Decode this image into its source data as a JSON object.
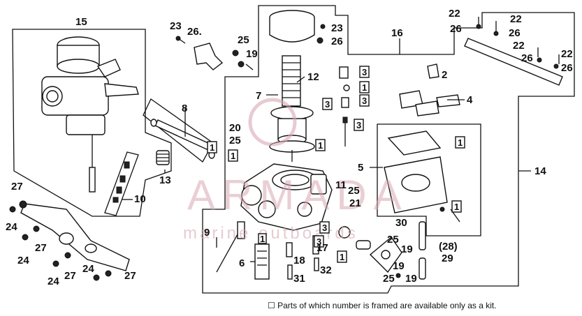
{
  "callouts": {
    "c15": "15",
    "c8": "8",
    "c13": "13",
    "c10": "10",
    "c27a": "27",
    "c24a": "24",
    "c27b": "27",
    "c24b": "24",
    "c24c": "24",
    "c27c": "27",
    "c24d": "24",
    "c27d": "27",
    "c23a": "23",
    "c26a": "26.",
    "c25a": "25",
    "c19a": "19",
    "c23b": "23",
    "c26b": "26",
    "c7": "7",
    "c12": "12",
    "c20": "20",
    "c25b": "25",
    "c16": "16",
    "c22a": "22",
    "c22b": "22",
    "c26c": "26",
    "c26d": "26",
    "c22c": "22",
    "c26e": "26",
    "c22d": "22",
    "c26f": "26",
    "c2": "2",
    "c4": "4",
    "c5": "5",
    "c14": "14",
    "c11": "11",
    "c25c": "25",
    "c21": "21",
    "c9": "9",
    "c6": "6",
    "c18": "18",
    "c31": "31",
    "c17": "17",
    "c32": "32",
    "c25d": "25",
    "c19b": "19",
    "c19c": "19",
    "c25e": "25",
    "c30": "30",
    "c28": "(28)",
    "c29": "29"
  },
  "kit_labels": {
    "k1": "1",
    "k2": "1",
    "k3": "1",
    "k4": "1",
    "k5": "1",
    "k6": "1",
    "k7": "1",
    "k8": "1",
    "k3a": "3",
    "k3b": "3",
    "k3c": "3",
    "k3d": "3",
    "k3e": "3",
    "k3f": "3"
  },
  "watermark": {
    "brand": "ARMADA",
    "tagline": "marine outboards"
  },
  "footnote": "☐ Parts of which number is framed are available only as a kit."
}
